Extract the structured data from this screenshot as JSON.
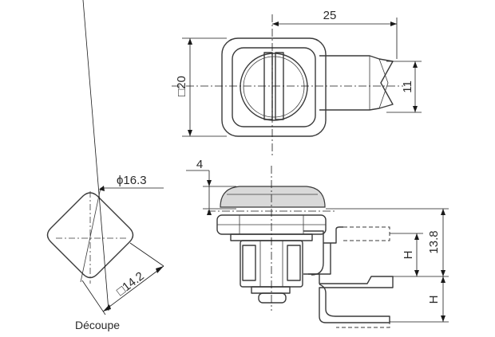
{
  "dimensions": {
    "length_top": "25",
    "square_20": "□20",
    "width_11": "11",
    "thickness_4": "4",
    "diameter_16_3": "ϕ16.3",
    "square_14_2": "□14.2",
    "height_13_8": "13.8",
    "h_upper": "H",
    "h_lower": "H"
  },
  "labels": {
    "cutout": "Découpe"
  }
}
